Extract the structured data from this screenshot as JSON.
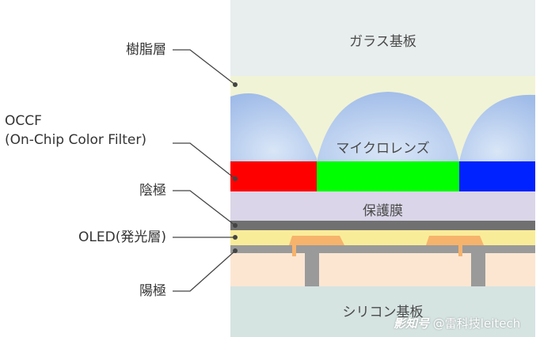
{
  "layers": {
    "glass": "ガラス基板",
    "microlens": "マイクロレンズ",
    "protective": "保護膜",
    "silicon": "シリコン基板"
  },
  "labels": {
    "resin": "樹脂層",
    "occf_1": "OCCF",
    "occf_2": "(On-Chip Color Filter)",
    "cathode": "陰極",
    "oled": "OLED(発光層)",
    "anode": "陽極"
  },
  "watermark": {
    "logo": "影知号",
    "handle": "@雷科技leitech"
  },
  "colors": {
    "glass": "#e8eded",
    "resin": "#f1f3d6",
    "lens": "#aac4ec",
    "red": "#ff0000",
    "green": "#00ff00",
    "blue": "#0022ff",
    "protective": "#dad5e8",
    "cathode": "#707070",
    "oled": "#f9ec99",
    "anode": "#9a9a9a",
    "pixel": "#f6b36c",
    "silicon_top": "#fce6d2",
    "silicon": "#d5e3e1",
    "leader": "#444444"
  }
}
